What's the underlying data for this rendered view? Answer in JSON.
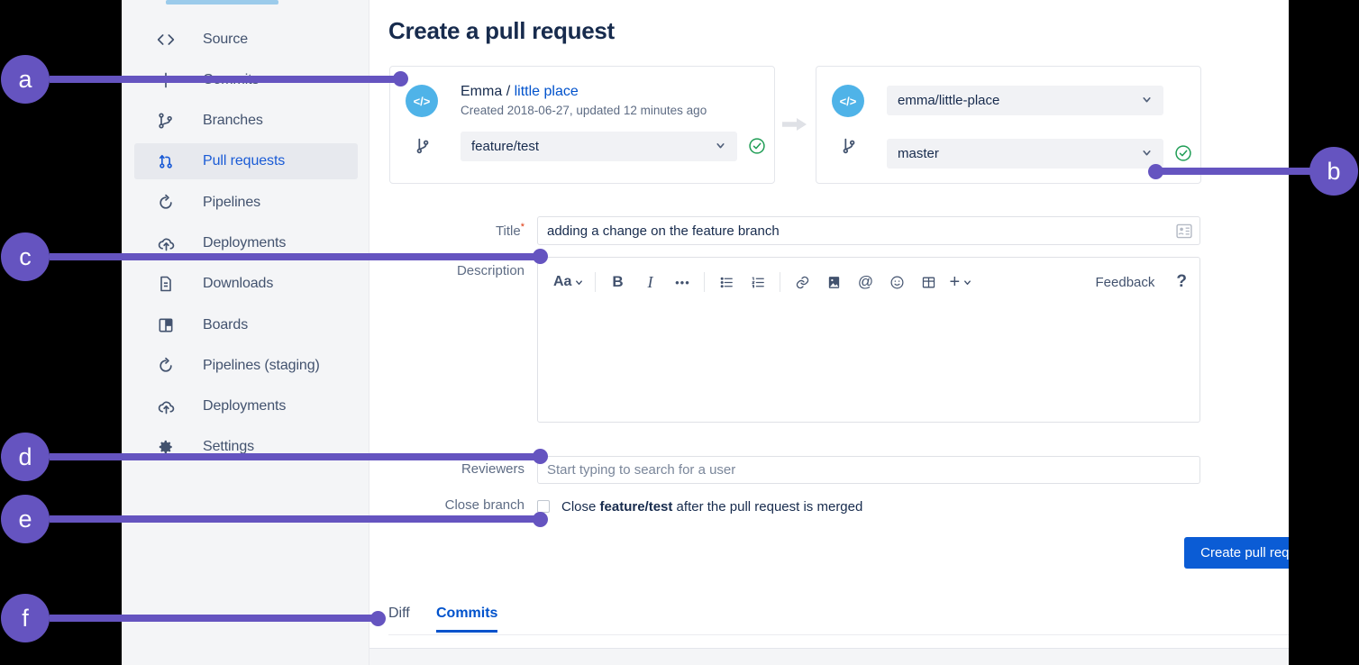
{
  "sidebar": {
    "items": [
      {
        "label": "Source",
        "icon": "code-icon",
        "active": false
      },
      {
        "label": "Commits",
        "icon": "commits-icon",
        "active": false
      },
      {
        "label": "Branches",
        "icon": "branches-icon",
        "active": false
      },
      {
        "label": "Pull requests",
        "icon": "pull-request-icon",
        "active": true
      },
      {
        "label": "Pipelines",
        "icon": "pipelines-icon",
        "active": false
      },
      {
        "label": "Deployments",
        "icon": "deployments-icon",
        "active": false
      },
      {
        "label": "Downloads",
        "icon": "downloads-icon",
        "active": false
      },
      {
        "label": "Boards",
        "icon": "boards-icon",
        "active": false
      },
      {
        "label": "Pipelines (staging)",
        "icon": "pipelines-icon",
        "active": false
      },
      {
        "label": "Deployments",
        "icon": "deployments-icon",
        "active": false
      },
      {
        "label": "Settings",
        "icon": "gear-icon",
        "active": false
      }
    ]
  },
  "main": {
    "page_title": "Create a pull request",
    "source": {
      "repo_owner": "Emma",
      "repo_separator": "/",
      "repo_name": "little place",
      "meta": "Created 2018-06-27, updated 12 minutes ago",
      "branch": "feature/test",
      "avatar_glyph": "</>"
    },
    "destination": {
      "repo": "emma/little-place",
      "branch": "master",
      "avatar_glyph": "</>"
    },
    "form": {
      "title_label": "Title",
      "title_required_mark": "*",
      "title_value": "adding a change on the feature branch",
      "description_label": "Description",
      "reviewers_label": "Reviewers",
      "reviewers_placeholder": "Start typing to search for a user",
      "close_branch_label": "Close branch",
      "close_branch_text_before": "Close ",
      "close_branch_branch": "feature/test",
      "close_branch_text_after": " after the pull request is merged",
      "close_branch_checked": false,
      "submit_label": "Create pull request"
    },
    "editor_toolbar": {
      "text_style": "Aa",
      "bold": "B",
      "italic": "I",
      "more": "•••",
      "bullet_list": "bullet-list-icon",
      "numbered_list": "numbered-list-icon",
      "link": "link-icon",
      "image": "image-icon",
      "mention": "@",
      "emoji": "emoji-icon",
      "table": "table-icon",
      "insert": "+",
      "feedback": "Feedback",
      "help": "?"
    },
    "tabs": [
      {
        "label": "Diff",
        "active": false
      },
      {
        "label": "Commits",
        "active": true
      }
    ]
  },
  "callouts": [
    {
      "id": "a",
      "label": "a"
    },
    {
      "id": "b",
      "label": "b"
    },
    {
      "id": "c",
      "label": "c"
    },
    {
      "id": "d",
      "label": "d"
    },
    {
      "id": "e",
      "label": "e"
    },
    {
      "id": "f",
      "label": "f"
    }
  ],
  "colors": {
    "accent_blue": "#0052cc",
    "button_blue": "#0b5cd5",
    "callout_purple": "#6554c0",
    "sidebar_bg": "#f4f5f7",
    "text_primary": "#172b4d",
    "text_secondary": "#5e6c84",
    "avatar_blue": "#4fb3e8",
    "success_green": "#36b37e"
  }
}
